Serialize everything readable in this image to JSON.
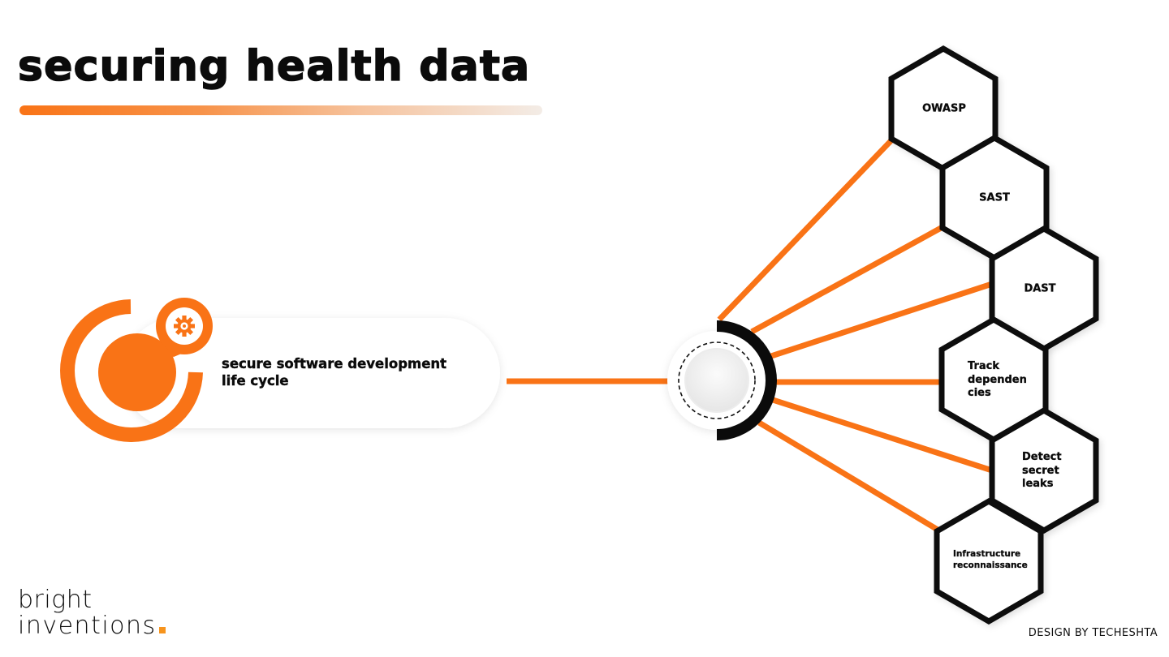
{
  "title": "securing health data",
  "colors": {
    "accent": "#f97316",
    "text": "#0b0b0b",
    "hex_stroke": "#0b0b0b",
    "logo_dot": "#f7941d"
  },
  "source_node": {
    "label": "secure software development life cycle",
    "icon": "gear-icon"
  },
  "hub": {
    "icon": "hub-node"
  },
  "hexagons": [
    {
      "id": "owasp",
      "label": "OWASP"
    },
    {
      "id": "sast",
      "label": "SAST"
    },
    {
      "id": "dast",
      "label": "DAST"
    },
    {
      "id": "track",
      "label": "Track dependen cies",
      "lines": [
        "Track",
        "dependen",
        "cies"
      ]
    },
    {
      "id": "detect",
      "label": "Detect secret leaks",
      "lines": [
        "Detect",
        "secret",
        "leaks"
      ]
    },
    {
      "id": "infra",
      "label": "Infrastructure reconnaissance",
      "lines": [
        "Infrastructure",
        "reconnaissance"
      ]
    }
  ],
  "logo": {
    "line1": "bright",
    "line2": "inventions"
  },
  "credit": "DESIGN BY TECHESHTA"
}
